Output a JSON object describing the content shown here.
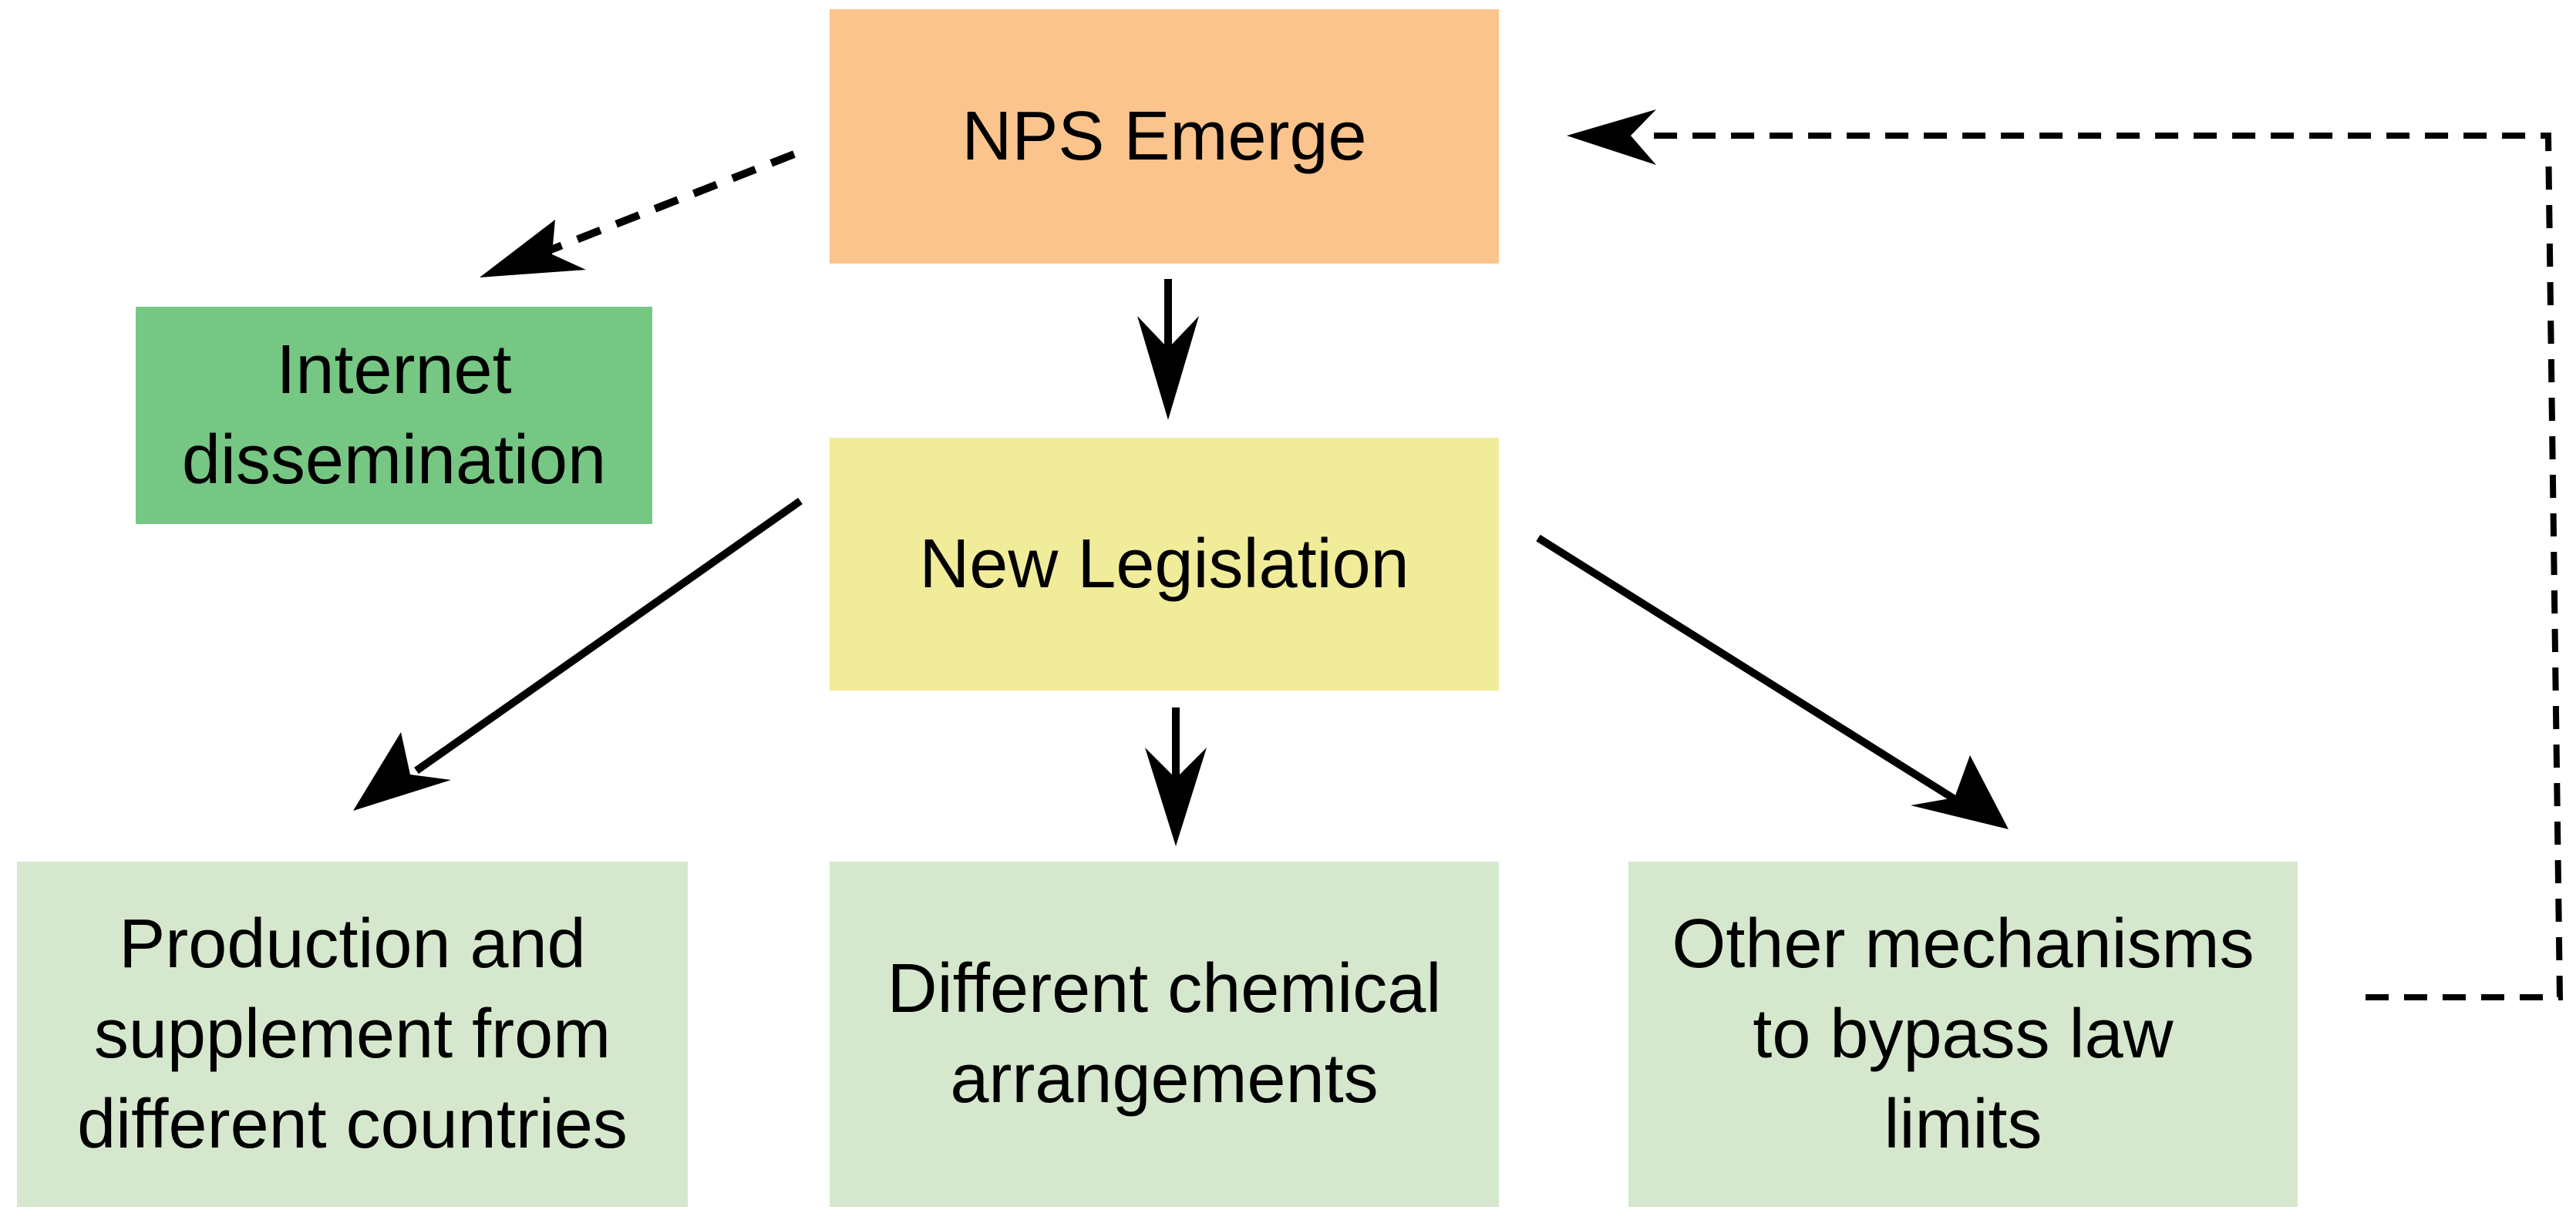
{
  "nodes": {
    "nps_emerge": "NPS Emerge",
    "internet": "Internet\ndissemination",
    "new_legislation": "New Legislation",
    "production": "Production and\nsupplement from\ndifferent countries",
    "chemical": "Different chemical\narrangements",
    "other": "Other mechanisms\nto bypass law\nlimits"
  },
  "colors": {
    "nps_emerge": "#fbc48d",
    "internet": "#76c784",
    "new_legislation": "#f1ec99",
    "outcomes": "#d5e8cd",
    "arrows": "#000000"
  },
  "edges": [
    {
      "from": "nps_emerge",
      "to": "internet",
      "style": "dashed"
    },
    {
      "from": "nps_emerge",
      "to": "new_legislation",
      "style": "solid"
    },
    {
      "from": "new_legislation",
      "to": "production",
      "style": "solid"
    },
    {
      "from": "new_legislation",
      "to": "chemical",
      "style": "solid"
    },
    {
      "from": "new_legislation",
      "to": "other",
      "style": "solid"
    },
    {
      "from": "other",
      "to": "nps_emerge",
      "style": "dashed"
    }
  ]
}
